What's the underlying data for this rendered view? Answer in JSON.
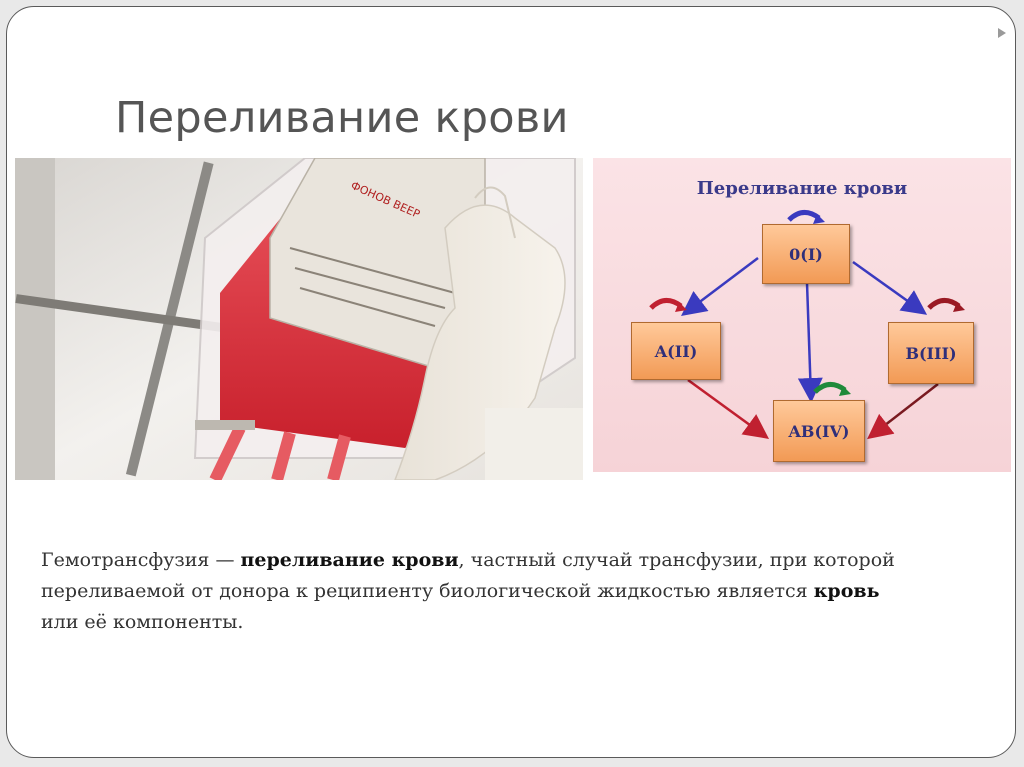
{
  "slide": {
    "title": "Переливание крови"
  },
  "diagram": {
    "title": "Переливание крови",
    "groups": {
      "o": "0(I)",
      "a": "A(II)",
      "b": "B(III)",
      "ab": "AB(IV)"
    },
    "colors": {
      "box_fill_top": "#ffc99a",
      "box_fill_bottom": "#f29a55",
      "blue_arrow": "#3a3abf",
      "red_arrow": "#c02030",
      "green_arrow": "#1f8a3a",
      "background": "#f9dde0"
    }
  },
  "text": {
    "p1_plain_a": "Гемотрансфузия — ",
    "p1_bold_a": "переливание крови",
    "p1_plain_b": ", частный случай трансфузии, при которой переливаемой от донора к реципиенту биологической жидкостью является ",
    "p1_bold_b": "кровь",
    "p1_plain_c": " или её компоненты."
  },
  "photo": {
    "bag_label": "ФОНОВ ВЕЕР"
  }
}
